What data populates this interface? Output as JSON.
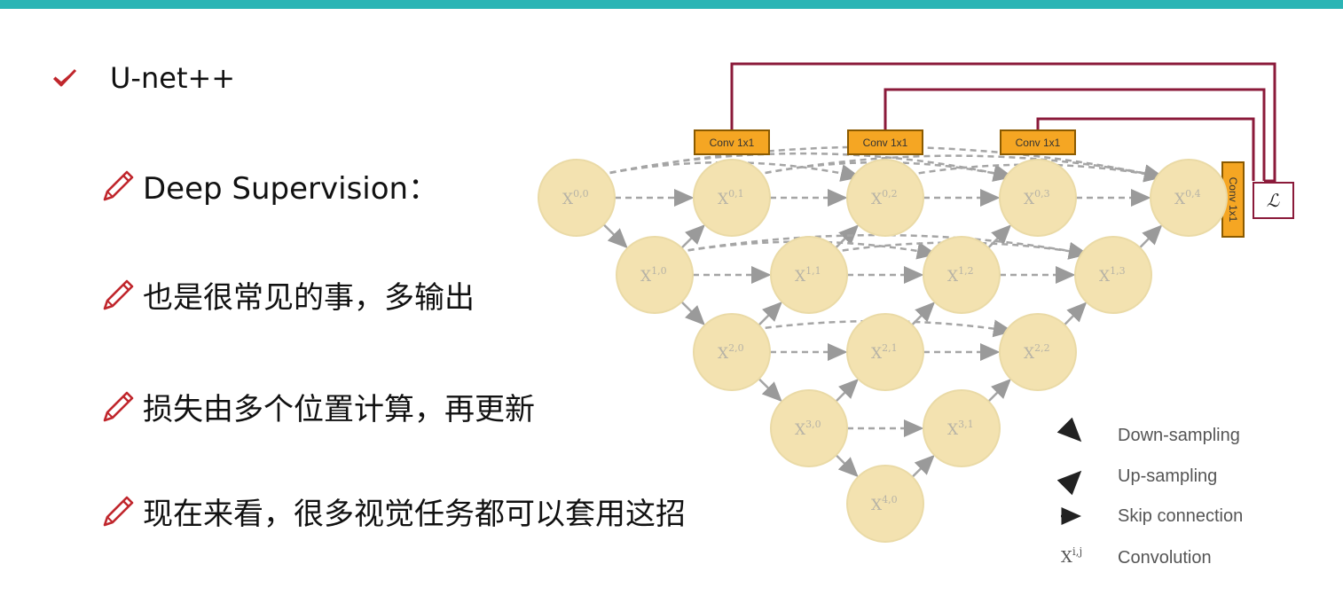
{
  "slide": {
    "title": "U-net++",
    "bullets": [
      "Deep Supervision：",
      "也是很常见的事，多输出",
      "损失由多个位置计算，再更新",
      "现在来看，很多视觉任务都可以套用这招"
    ]
  },
  "diagram": {
    "nodes": [
      {
        "id": "x00",
        "base": "X",
        "sup": "0,0"
      },
      {
        "id": "x01",
        "base": "X",
        "sup": "0,1"
      },
      {
        "id": "x02",
        "base": "X",
        "sup": "0,2"
      },
      {
        "id": "x03",
        "base": "X",
        "sup": "0,3"
      },
      {
        "id": "x04",
        "base": "X",
        "sup": "0,4"
      },
      {
        "id": "x10",
        "base": "X",
        "sup": "1,0"
      },
      {
        "id": "x11",
        "base": "X",
        "sup": "1,1"
      },
      {
        "id": "x12",
        "base": "X",
        "sup": "1,2"
      },
      {
        "id": "x13",
        "base": "X",
        "sup": "1,3"
      },
      {
        "id": "x20",
        "base": "X",
        "sup": "2,0"
      },
      {
        "id": "x21",
        "base": "X",
        "sup": "2,1"
      },
      {
        "id": "x22",
        "base": "X",
        "sup": "2,2"
      },
      {
        "id": "x30",
        "base": "X",
        "sup": "3,0"
      },
      {
        "id": "x31",
        "base": "X",
        "sup": "3,1"
      },
      {
        "id": "x40",
        "base": "X",
        "sup": "4,0"
      }
    ],
    "conv_label": "Conv 1x1",
    "loss_label": "ℒ",
    "legend": [
      {
        "label": "Down-sampling",
        "icon": "down-arrow-icon"
      },
      {
        "label": "Up-sampling",
        "icon": "up-arrow-icon"
      },
      {
        "label": "Skip connection",
        "icon": "dashed-arrow-icon"
      },
      {
        "label": "Convolution",
        "icon": "x-ij-symbol",
        "symbol_base": "X",
        "symbol_sup": "i,j"
      }
    ]
  },
  "colors": {
    "accent_bar": "#2bb5b5",
    "icon_red": "#c0262c",
    "node_fill": "#f3e2b0",
    "conv_fill": "#f5a623",
    "loss_line": "#8b1a3a"
  }
}
